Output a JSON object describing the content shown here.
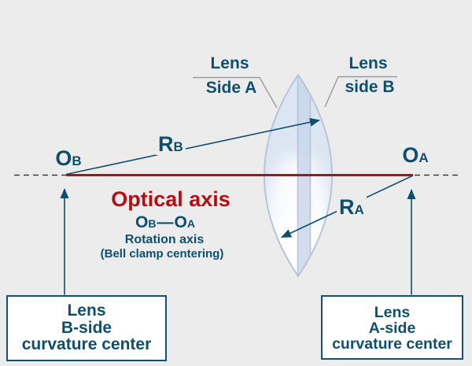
{
  "colors": {
    "background": "#ececec",
    "ink": "#0e4f6e",
    "red": "#b30f13",
    "leader_gray": "#9a9a9a",
    "dash_gray": "#3d3d3d",
    "box_border": "#14506f",
    "box_bg": "#ffffff",
    "lens_fill": "#dce6f2",
    "lens_band": "#c8d5ea",
    "lens_stroke": "#b9c4d8"
  },
  "callouts": {
    "side_a_line1": "Lens",
    "side_a_line2": "Side A",
    "side_b_line1": "Lens",
    "side_b_line2": "side B"
  },
  "points": {
    "ob": {
      "main": "O",
      "sub": "B"
    },
    "oa": {
      "main": "O",
      "sub": "A"
    },
    "rb": {
      "main": "R",
      "sub": "B"
    },
    "ra": {
      "main": "R",
      "sub": "A"
    }
  },
  "axis": {
    "title": "Optical axis",
    "endpoints": {
      "left_main": "O",
      "left_sub": "B",
      "separator": "—",
      "right_main": "O",
      "right_sub": "A"
    },
    "subtitle": "Rotation axis",
    "note": "(Bell clamp centering)"
  },
  "boxes": {
    "left": {
      "line1": "Lens",
      "line2": "B-side",
      "line3": "curvature center"
    },
    "right": {
      "line1": "Lens",
      "line2": "A-side",
      "line3": "curvature center"
    }
  }
}
